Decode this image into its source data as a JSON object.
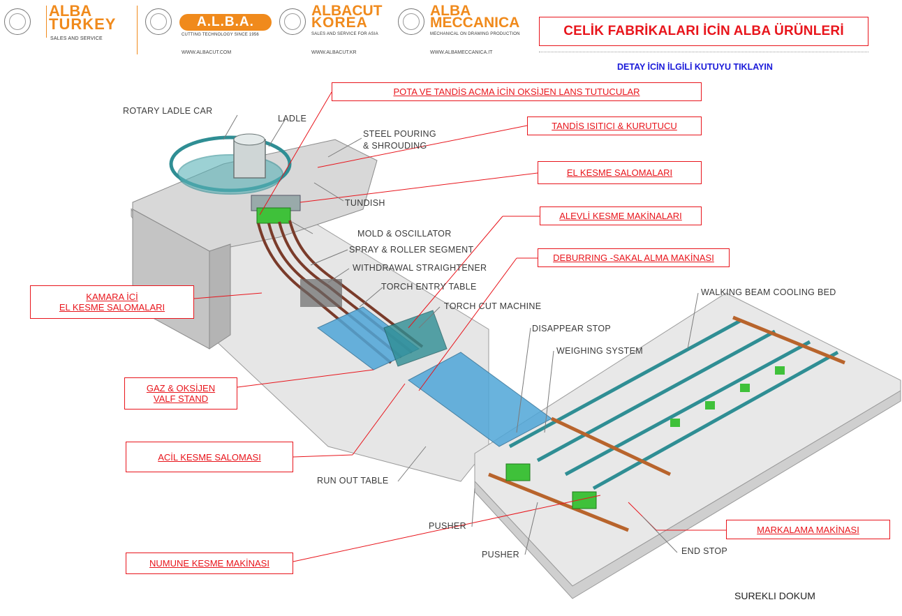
{
  "header": {
    "logos": [
      {
        "brand_line1": "ALBA",
        "brand_line2": "TURKEY",
        "subline": "SALES AND SERVICE",
        "url": ""
      },
      {
        "brand_line1": "A.L.B.A.",
        "brand_line2": "",
        "subline": "CUTTING TECHNOLOGY SINCE 1956",
        "url": "WWW.ALBACUT.COM"
      },
      {
        "brand_line1": "ALBACUT",
        "brand_line2": "KOREA",
        "subline": "SALES AND SERVICE FOR ASIA",
        "url": "WWW.ALBACUT.KR"
      },
      {
        "brand_line1": "ALBA",
        "brand_line2": "MECCANICA",
        "subline": "MECHANICAL ON DRAWING PRODUCTION",
        "url": "WWW.ALBAMECCANICA.IT"
      }
    ],
    "title": "CELİK FABRİKALARI İCİN ALBA ÜRÜNLERİ",
    "hint": "DETAY İCİN İLGİLİ KUTUYU TIKLAYIN"
  },
  "callouts": [
    {
      "id": "pota",
      "lines": [
        "POTA VE TANDİS ACMA İCİN OKSİJEN LANS TUTUCULAR"
      ]
    },
    {
      "id": "tandis",
      "lines": [
        "TANDİS ISITICI & KURUTUCU"
      ]
    },
    {
      "id": "el-kesme",
      "lines": [
        "EL KESME SALOMALARI"
      ]
    },
    {
      "id": "alevli",
      "lines": [
        "ALEVLİ KESME MAKİNALARI"
      ]
    },
    {
      "id": "deburring",
      "lines": [
        "DEBURRING -SAKAL ALMA MAKİNASI"
      ]
    },
    {
      "id": "kamara",
      "lines": [
        "KAMARA İCİ",
        "EL KESME SALOMALARI"
      ]
    },
    {
      "id": "gaz",
      "lines": [
        "GAZ & OKSİJEN",
        "VALF STAND"
      ]
    },
    {
      "id": "acil",
      "lines": [
        "ACİL KESME SALOMASI"
      ]
    },
    {
      "id": "markalama",
      "lines": [
        "MARKALAMA MAKİNASI"
      ]
    },
    {
      "id": "numune",
      "lines": [
        "NUMUNE KESME MAKİNASI"
      ]
    }
  ],
  "diagram_labels": [
    "Rotary Ladle Car",
    "Ladle",
    "Steel Pouring",
    "& Shrouding",
    "Tundish",
    "Mold & Oscillator",
    "Spray & Roller Segment",
    "Withdrawal Straightener",
    "Torch Entry Table",
    "Torch Cut Machine",
    "Disappear Stop",
    "Weighing System",
    "Walking Beam Cooling Bed",
    "Run Out Table",
    "Pusher",
    "Pusher",
    "End Stop"
  ],
  "footer": "SUREKLI DOKUM",
  "colors": {
    "accent_red": "#e8141b",
    "hint_blue": "#1a1ad9",
    "brand_orange": "#f08a1c",
    "machine_teal": "#3aa3a8",
    "machine_green": "#3fc13a",
    "rail_brown": "#b8642c"
  }
}
